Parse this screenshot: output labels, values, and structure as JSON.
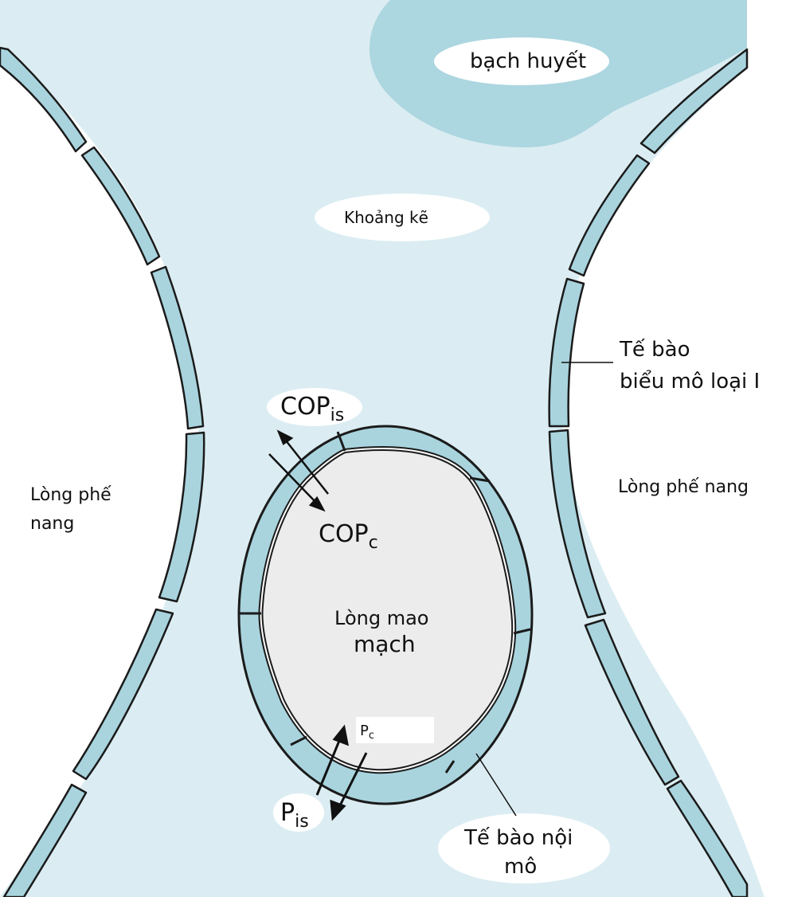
{
  "labels": {
    "lymph": "bạch huyết",
    "interstitium": "Khoảng kẽ",
    "alveolar_lumen_left_line1": "Lòng phế",
    "alveolar_lumen_left_line2": "nang",
    "alveolar_lumen_right": "Lòng phế nang",
    "type1_cell_line1": "Tế bào",
    "type1_cell_line2": "biểu mô loại I",
    "capillary_lumen_line1": "Lòng mao",
    "capillary_lumen_line2": "mạch",
    "endothelial_line1": "Tế bào nội",
    "endothelial_line2": "mô",
    "cop_is_main": "COP",
    "cop_is_sub": "is",
    "cop_c_main": "COP",
    "cop_c_sub": "c",
    "p_c_main": "P",
    "p_c_sub": "c",
    "p_is_main": "P",
    "p_is_sub": "is"
  },
  "colors": {
    "interstitium": "#dbedf2",
    "lymph": "#acd6e0",
    "cell_fill": "#a9d4de",
    "capillary_lumen": "#ececec",
    "outline": "#1b1b1b"
  }
}
